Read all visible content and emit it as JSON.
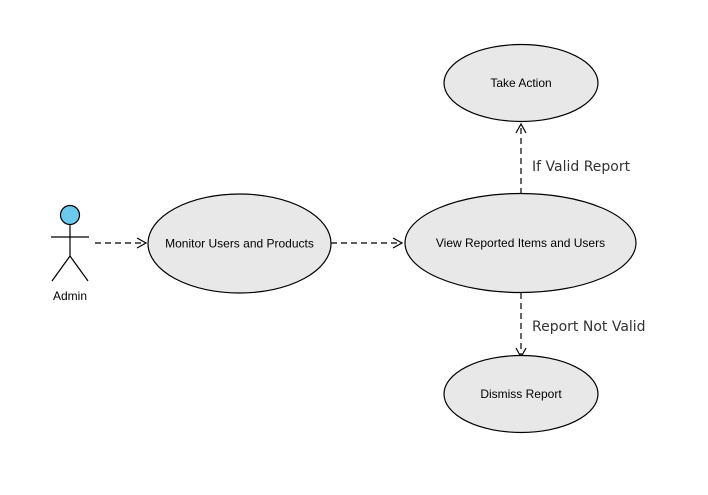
{
  "diagram": {
    "actor": {
      "label": "Admin",
      "head_color": "#6cc8ef"
    },
    "use_cases": {
      "monitor": "Monitor Users and Products",
      "view_reported": "View Reported Items and Users",
      "take_action": "Take Action",
      "dismiss": "Dismiss Report"
    },
    "edges": {
      "valid": "If Valid Report",
      "not_valid": "Report Not Valid"
    },
    "colors": {
      "use_case_fill": "#e8e8e8",
      "stroke": "#000000"
    }
  }
}
